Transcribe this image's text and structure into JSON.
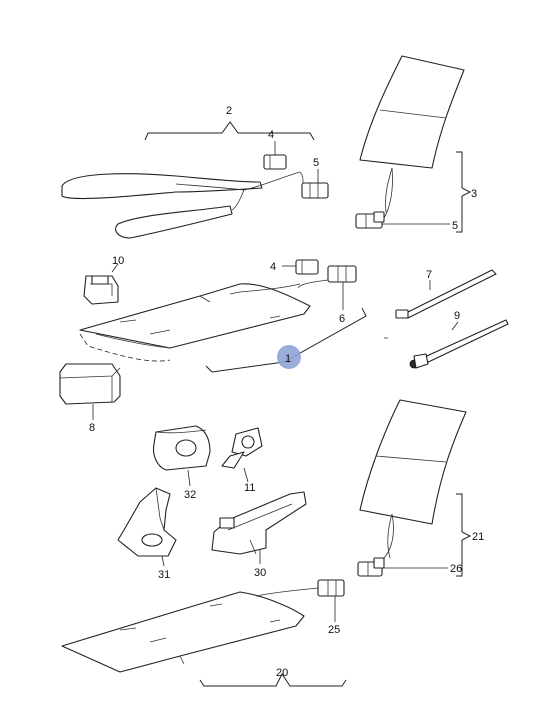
{
  "callouts": {
    "c1": "1",
    "c2": "2",
    "c3": "3",
    "c4a": "4",
    "c4b": "4",
    "c5a": "5",
    "c5b": "5",
    "c6": "6",
    "c7": "7",
    "c8": "8",
    "c9": "9",
    "c10": "10",
    "c11": "11",
    "c20": "20",
    "c21": "21",
    "c25": "25",
    "c26": "26",
    "c30": "30",
    "c31": "31",
    "c32": "32"
  },
  "colors": {
    "highlight": "#8ea3d6",
    "line": "#222222"
  }
}
